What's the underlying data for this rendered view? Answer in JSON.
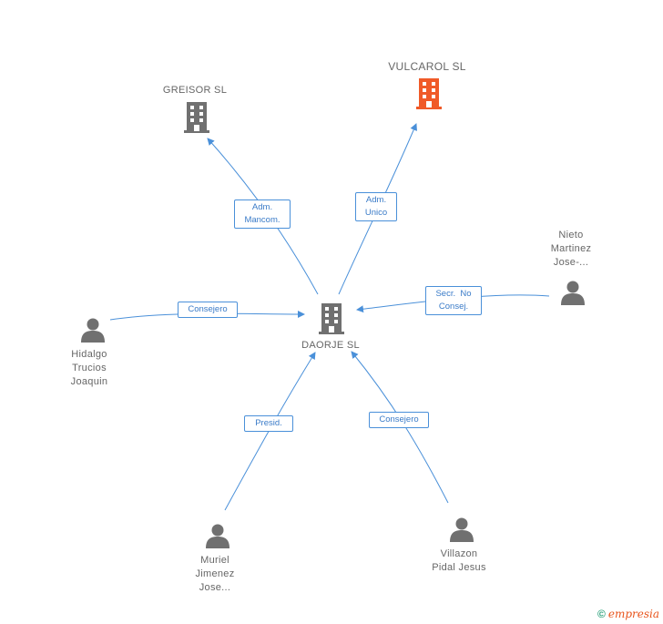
{
  "colors": {
    "edge": "#4a90d9",
    "company": "#707070",
    "company_highlight": "#f05a28",
    "person": "#707070"
  },
  "nodes": {
    "center": {
      "label": "DAORJE SL",
      "icon": "building-icon"
    },
    "greisor": {
      "label": "GREISOR SL",
      "icon": "building-icon"
    },
    "vulcarol": {
      "label": "VULCAROL SL",
      "icon": "building-icon"
    },
    "nieto": {
      "label_lines": [
        "Nieto",
        "Martinez",
        "Jose-..."
      ],
      "icon": "person-icon"
    },
    "hidalgo": {
      "label_lines": [
        "Hidalgo",
        "Trucios",
        "Joaquin"
      ],
      "icon": "person-icon"
    },
    "muriel": {
      "label_lines": [
        "Muriel",
        "Jimenez",
        "Jose..."
      ],
      "icon": "person-icon"
    },
    "villazon": {
      "label_lines": [
        "Villazon",
        "Pidal Jesus"
      ],
      "icon": "person-icon"
    }
  },
  "edges": {
    "greisor": {
      "label_lines": [
        "Adm.",
        "Mancom."
      ]
    },
    "vulcarol": {
      "label_lines": [
        "Adm.",
        "Unico"
      ]
    },
    "nieto": {
      "label_lines": [
        "Secr.  No",
        "Consej."
      ]
    },
    "hidalgo": {
      "label_lines": [
        "Consejero"
      ]
    },
    "muriel": {
      "label_lines": [
        "Presid."
      ]
    },
    "villazon": {
      "label_lines": [
        "Consejero"
      ]
    }
  },
  "footer": {
    "copyright_symbol": "©",
    "brand": "empresia"
  }
}
